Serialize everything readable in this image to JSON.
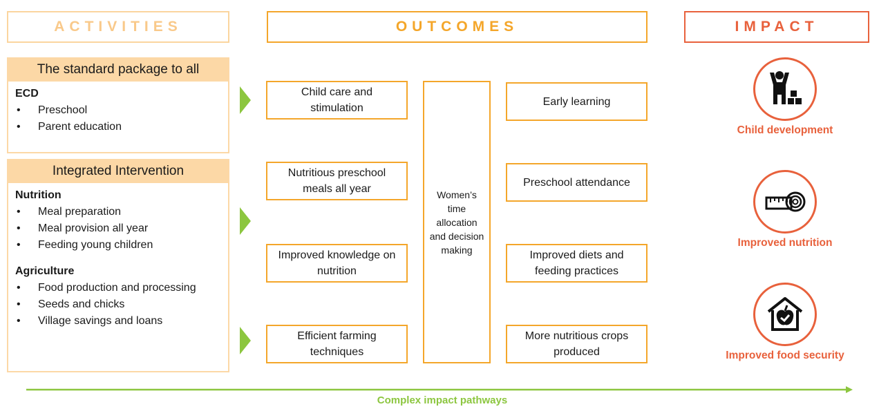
{
  "headers": {
    "activities": "ACTIVITIES",
    "outcomes": "OUTCOMES",
    "impact": "IMPACT"
  },
  "standard_package": {
    "title": "The standard package to all",
    "sections": [
      {
        "heading": "ECD",
        "items": [
          "Preschool",
          "Parent education"
        ]
      }
    ]
  },
  "integrated_intervention": {
    "title": "Integrated Intervention",
    "sections": [
      {
        "heading": "Nutrition",
        "items": [
          "Meal preparation",
          "Meal provision all year",
          "Feeding young children"
        ]
      },
      {
        "heading": "Agriculture",
        "items": [
          "Food production and processing",
          "Seeds and chicks",
          "Village savings and loans"
        ]
      }
    ]
  },
  "outcomes": {
    "left": [
      "Child care and stimulation",
      "Nutritious preschool meals all year",
      "Improved knowledge on nutrition",
      "Efficient farming techniques"
    ],
    "center": "Women’s time allocation and decision making",
    "right": [
      "Early learning",
      "Preschool attendance",
      "Improved diets and feeding practices",
      "More nutritious crops produced"
    ]
  },
  "impact": [
    {
      "icon": "child-blocks-icon",
      "label": "Child development"
    },
    {
      "icon": "measuring-tape-icon",
      "label": "Improved nutrition"
    },
    {
      "icon": "house-apple-icon",
      "label": "Improved food security"
    }
  ],
  "footer": {
    "pathway_label": "Complex impact pathways"
  },
  "colors": {
    "activities": "#fcd8a6",
    "outcomes": "#f4a62a",
    "impact": "#e8613c",
    "pathway": "#8cc63f"
  }
}
